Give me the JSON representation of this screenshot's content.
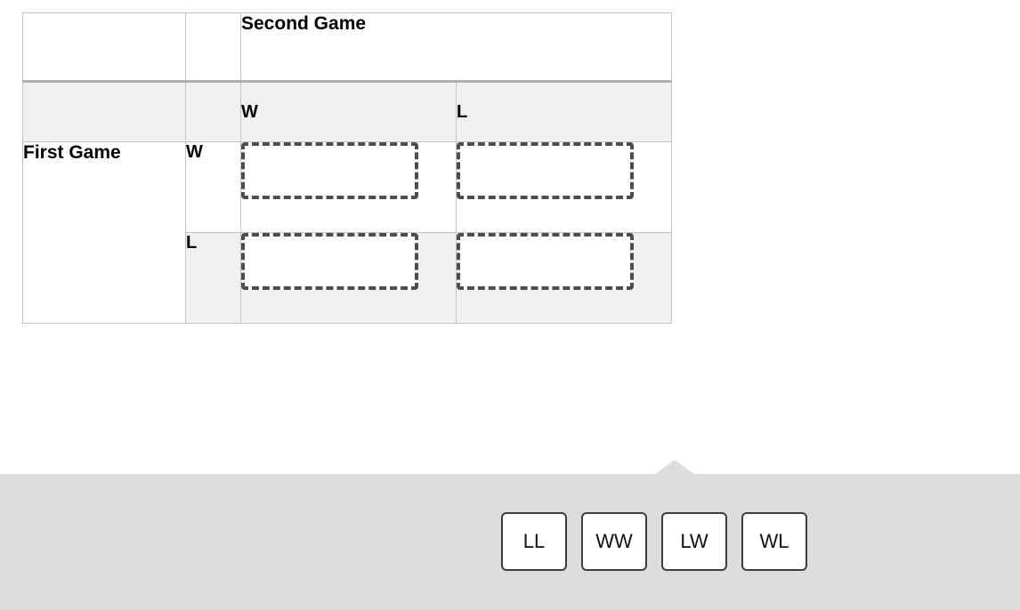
{
  "table": {
    "column_group_header": "Second Game",
    "row_group_header": "First Game",
    "column_headers": [
      "W",
      "L"
    ],
    "row_headers": [
      "W",
      "L"
    ],
    "cells": [
      {
        "row": "W",
        "col": "W",
        "value": "",
        "placeholder": ""
      },
      {
        "row": "W",
        "col": "L",
        "value": "",
        "placeholder": ""
      },
      {
        "row": "L",
        "col": "W",
        "value": "",
        "placeholder": ""
      },
      {
        "row": "L",
        "col": "L",
        "value": "",
        "placeholder": ""
      }
    ]
  },
  "tray": {
    "tiles": [
      {
        "label": "LL"
      },
      {
        "label": "WW"
      },
      {
        "label": "LW"
      },
      {
        "label": "WL"
      }
    ]
  },
  "colors": {
    "page_background": "#ffffff",
    "tray_background": "#dcdcdc",
    "header_shade": "#f0f0f0",
    "table_border": "#c4c4c4",
    "title_rule": "#b0b0b0",
    "dropzone_border": "#4d4d4d",
    "tile_border": "#3c3c3c",
    "text": "#000000"
  }
}
